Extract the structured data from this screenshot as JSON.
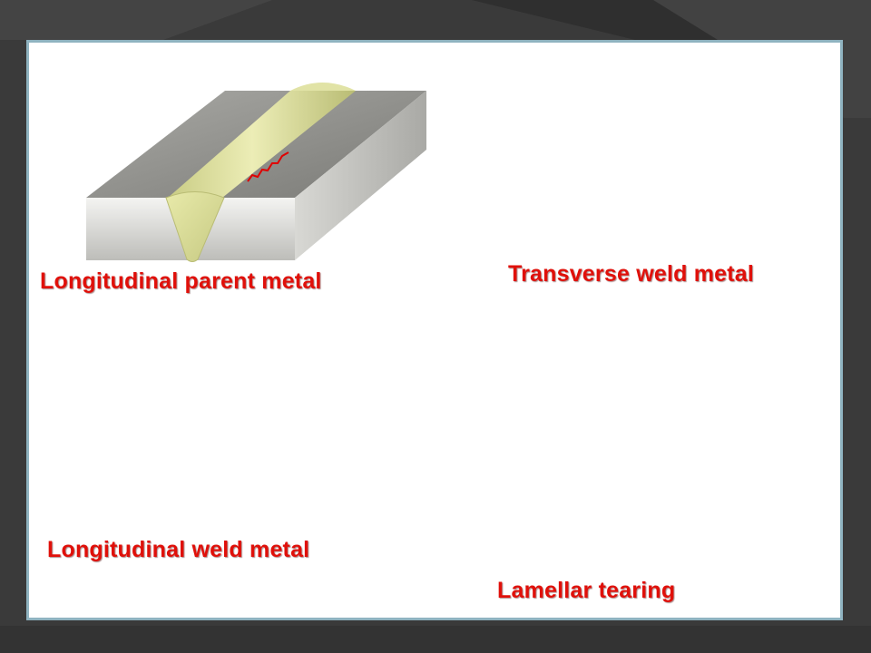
{
  "captions": {
    "longitudinal_parent": "Longitudinal parent metal",
    "transverse_weld": "Transverse weld metal",
    "longitudinal_weld": "Longitudinal weld metal",
    "lamellar": "Lamellar tearing"
  },
  "colors": {
    "background": "#3a3a3a",
    "panel": "#ffffff",
    "panel_border": "#8fb3c0",
    "caption": "#e0100a",
    "crack": "#e00000",
    "weld_bead": "#d9dc98",
    "plate_top": "#8e8e8a",
    "plate_front": "#e6e6e2",
    "plate_side": "#c5c5c1",
    "dark_plate": "#555555"
  }
}
